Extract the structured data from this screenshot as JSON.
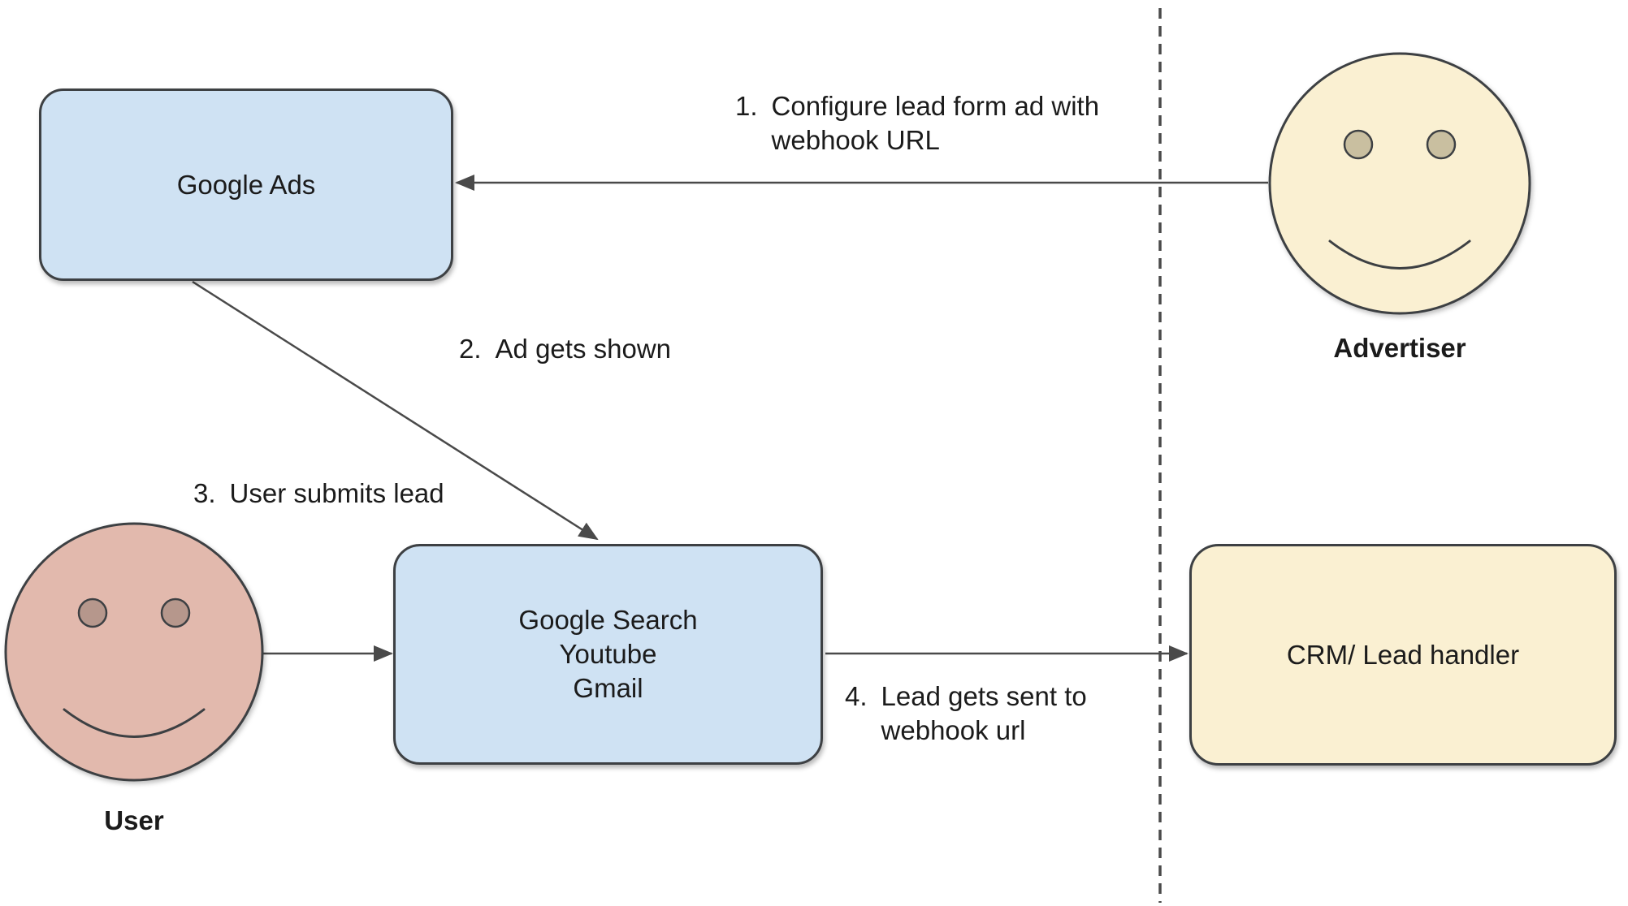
{
  "colors": {
    "node_blue": "#cfe2f3",
    "node_cream": "#faf0d2",
    "face_pink": "#e2b9ad",
    "eye_pink": "#b6978c",
    "eye_tan": "#c9bfa0",
    "stroke_dark": "#3d4043",
    "arrow": "#4a4a4a",
    "text": "#1b1b1b"
  },
  "nodes": {
    "google_ads": {
      "label": "Google Ads"
    },
    "google_surfaces": {
      "lines": [
        "Google Search",
        "Youtube",
        "Gmail"
      ]
    },
    "crm": {
      "label": "CRM/ Lead handler"
    }
  },
  "actors": {
    "advertiser": {
      "label": "Advertiser"
    },
    "user": {
      "label": "User"
    }
  },
  "steps": [
    {
      "num": "1.",
      "lines": [
        "Configure lead form ad with",
        "webhook URL"
      ]
    },
    {
      "num": "2.",
      "lines": [
        "Ad gets shown"
      ]
    },
    {
      "num": "3.",
      "lines": [
        "User submits lead"
      ]
    },
    {
      "num": "4.",
      "lines": [
        "Lead gets sent to",
        "webhook url"
      ]
    }
  ]
}
